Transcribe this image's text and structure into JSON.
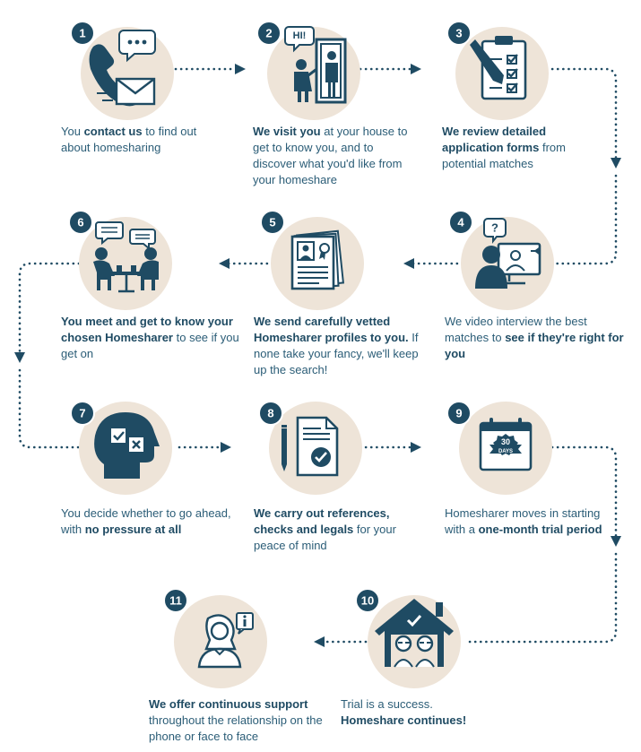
{
  "steps": [
    {
      "number": "1",
      "icon": "phone-envelope-icon",
      "caption": [
        [
          "You ",
          false
        ],
        [
          "contact us",
          true
        ],
        [
          " to find out about homesharing",
          false
        ]
      ]
    },
    {
      "number": "2",
      "icon": "door-visit-icon",
      "bubble": "HI!",
      "caption": [
        [
          "We visit you",
          true
        ],
        [
          " at your house to get to know you, and to discover what you'd like from your homeshare",
          false
        ]
      ]
    },
    {
      "number": "3",
      "icon": "clipboard-checklist-icon",
      "caption": [
        [
          "We review detailed application forms",
          true
        ],
        [
          " from potential matches",
          false
        ]
      ]
    },
    {
      "number": "4",
      "icon": "video-interview-icon",
      "bubble": "?",
      "caption": [
        [
          "We video interview the best matches to ",
          false
        ],
        [
          "see if they're right for you",
          true
        ]
      ]
    },
    {
      "number": "5",
      "icon": "profile-documents-icon",
      "caption": [
        [
          "We send carefully vetted Homesharer profiles to you.",
          true
        ],
        [
          " If none take your fancy, we'll keep up the search!",
          false
        ]
      ]
    },
    {
      "number": "6",
      "icon": "meeting-table-icon",
      "caption": [
        [
          "You meet and get to know your chosen Homesharer",
          true
        ],
        [
          " to see if you get on",
          false
        ]
      ]
    },
    {
      "number": "7",
      "icon": "head-decision-icon",
      "caption": [
        [
          "You decide whether to go ahead, with ",
          false
        ],
        [
          "no pressure at all",
          true
        ]
      ]
    },
    {
      "number": "8",
      "icon": "document-check-icon",
      "caption": [
        [
          "We carry out references, checks and legals",
          true
        ],
        [
          " for your peace of mind",
          false
        ]
      ]
    },
    {
      "number": "9",
      "icon": "calendar-30-days-icon",
      "badge_text": [
        "30",
        "DAYS"
      ],
      "caption": [
        [
          "Homesharer moves in starting with a ",
          false
        ],
        [
          "one-month trial period",
          true
        ]
      ]
    },
    {
      "number": "10",
      "icon": "house-couple-icon",
      "caption": [
        [
          "Trial is a success. ",
          false
        ],
        [
          "Homeshare continues!",
          true
        ]
      ]
    },
    {
      "number": "11",
      "icon": "support-person-icon",
      "caption": [
        [
          "We offer continuous support",
          true
        ],
        [
          " throughout the relationship on the phone or face to face",
          false
        ]
      ]
    }
  ],
  "colors": {
    "ink": "#1f4b63",
    "circle": "#eee4d8",
    "text": "#2b5d77"
  }
}
